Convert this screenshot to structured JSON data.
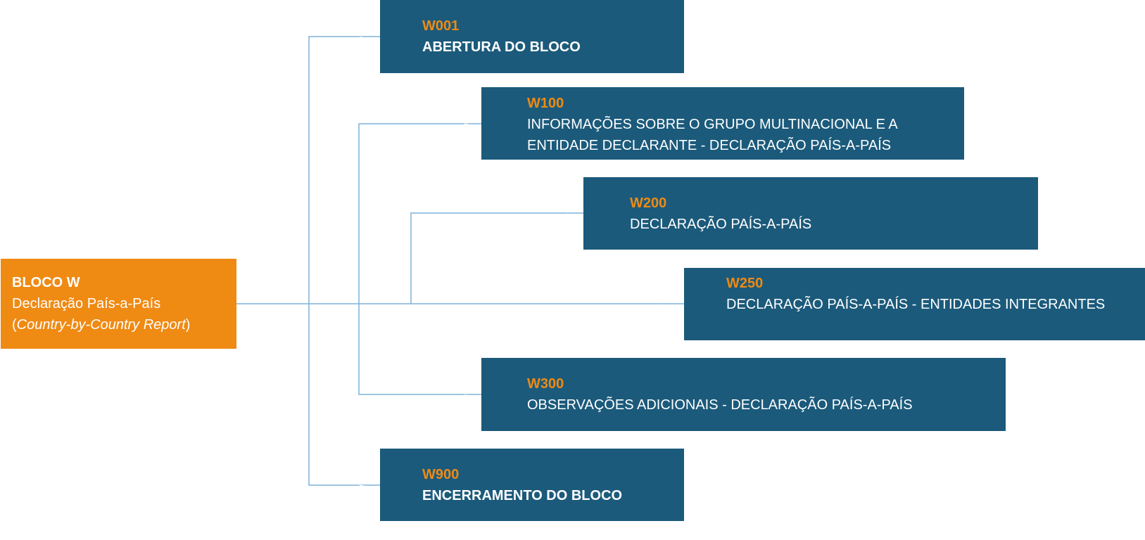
{
  "root": {
    "title": "BLOCO W",
    "line1": "Declaração País-a-País",
    "line2_open": "(",
    "line2_italic": "Country-by-Country Report",
    "line2_close": ")"
  },
  "nodes": [
    {
      "code": "W001",
      "desc_lines": [
        "ABERTURA DO BLOCO"
      ],
      "desc_bold": true
    },
    {
      "code": "W100",
      "desc_lines": [
        "INFORMAÇÕES SOBRE O GRUPO MULTINACIONAL E A",
        "ENTIDADE DECLARANTE - DECLARAÇÃO PAÍS-A-PAÍS"
      ],
      "desc_bold": false
    },
    {
      "code": "W200",
      "desc_lines": [
        "DECLARAÇÃO PAÍS-A-PAÍS"
      ],
      "desc_bold": false
    },
    {
      "code": "W250",
      "desc_lines": [
        "DECLARAÇÃO PAÍS-A-PAÍS - ENTIDADES INTEGRANTES"
      ],
      "desc_bold": false
    },
    {
      "code": "W300",
      "desc_lines": [
        "OBSERVAÇÕES ADICIONAIS  - DECLARAÇÃO PAÍS-A-PAÍS"
      ],
      "desc_bold": false
    },
    {
      "code": "W900",
      "desc_lines": [
        "ENCERRAMENTO DO BLOCO"
      ],
      "desc_bold": true
    }
  ],
  "colors": {
    "orange": "#EF8A13",
    "blue": "#1B5A7B",
    "connector": "#7FB2D9"
  }
}
